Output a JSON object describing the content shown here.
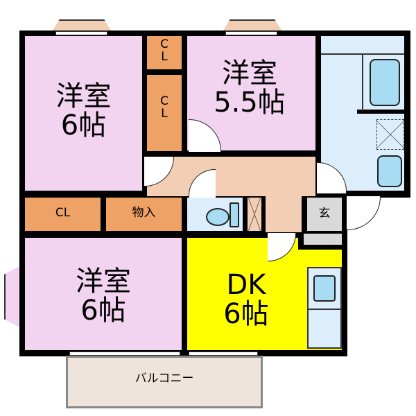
{
  "rooms": {
    "western1": {
      "name": "洋室",
      "size": "6帖"
    },
    "western2": {
      "name": "洋室",
      "size": "5.5帖"
    },
    "western3": {
      "name": "洋室",
      "size": "6帖"
    },
    "dk": {
      "name": "DK",
      "size": "6帖"
    },
    "closet_top1": "C\nL",
    "closet_top2": "C\nL",
    "closet_mid": "CL",
    "storage": "物入",
    "entrance": "玄",
    "balcony": "バルコニー"
  },
  "colors": {
    "western": "#f2d3f0",
    "closet": "#eea266",
    "hall": "#f2cfb4",
    "wet": "#dcedfb",
    "dk": "#ffff00",
    "entrance": "#d9d9d9"
  }
}
